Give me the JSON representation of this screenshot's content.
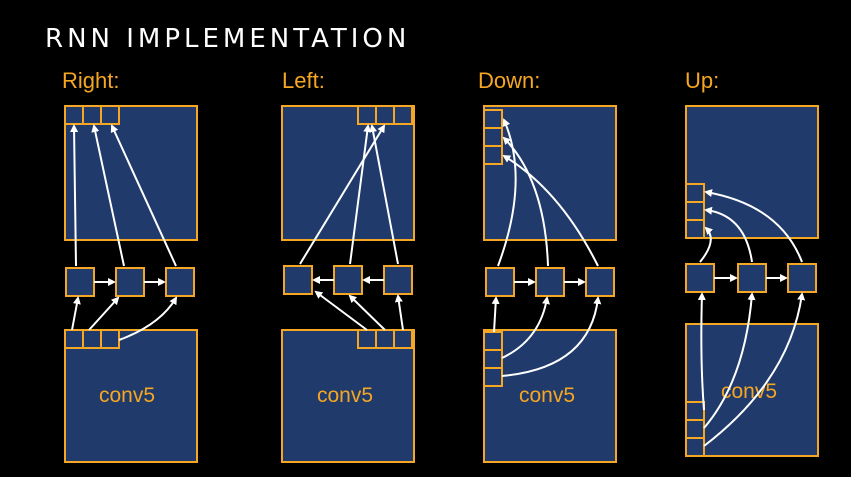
{
  "title": "RNN IMPLEMENTATION",
  "panels": [
    {
      "label": "Right:",
      "feature_label": "conv5"
    },
    {
      "label": "Left:",
      "feature_label": "conv5"
    },
    {
      "label": "Down:",
      "feature_label": "conv5"
    },
    {
      "label": "Up:",
      "feature_label": "conv5"
    }
  ],
  "colors": {
    "background": "#000000",
    "block_fill": "#1f3a6b",
    "outline": "#f5a623",
    "arrow": "#ffffff",
    "title": "#ffffff"
  }
}
